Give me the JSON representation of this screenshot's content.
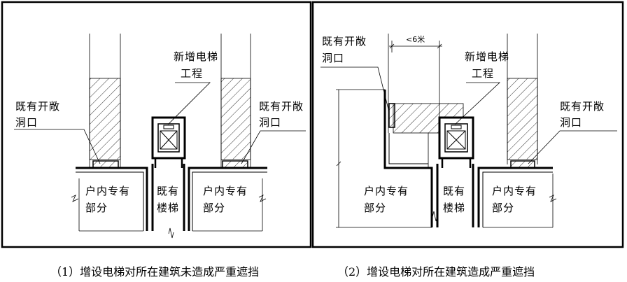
{
  "panel1": {
    "label_opening_l": [
      "既有开敞",
      "洞口"
    ],
    "label_opening_r": [
      "既有开敞",
      "洞口"
    ],
    "label_elevator": [
      "新增电梯",
      "工程"
    ],
    "label_unit_l": [
      "户内专有",
      "部分"
    ],
    "label_stair": [
      "既有",
      "楼梯"
    ],
    "label_unit_r": [
      "户内专有",
      "部分"
    ],
    "caption": "（1）增设电梯对所在建筑未造成严重遮挡"
  },
  "panel2": {
    "label_opening_l": [
      "既有开敞",
      "洞口"
    ],
    "label_opening_r": [
      "既有开敞",
      "洞口"
    ],
    "label_elevator": [
      "新增电梯",
      "工程"
    ],
    "label_unit_l": [
      "户内专有",
      "部分"
    ],
    "label_stair": [
      "既有",
      "楼梯"
    ],
    "label_unit_r": [
      "户内专有",
      "部分"
    ],
    "dimension": "<6米",
    "caption": "（2）增设电梯对所在建筑造成严重遮挡"
  }
}
